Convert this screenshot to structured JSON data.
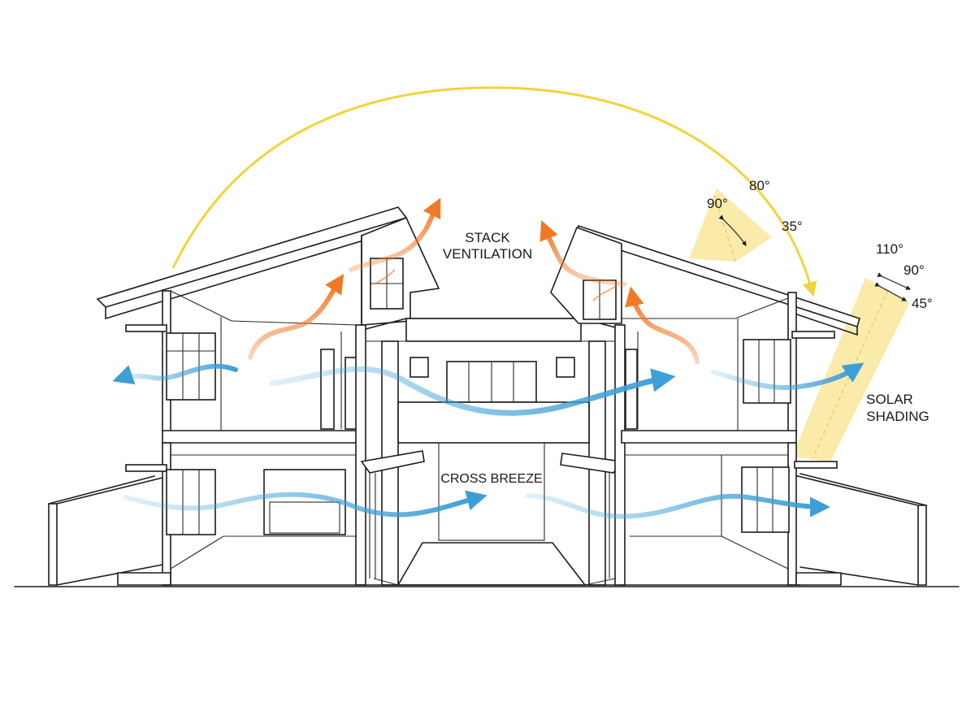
{
  "labels": {
    "stack_ventilation": [
      "STACK",
      "VENTILATION"
    ],
    "cross_breeze": "CROSS BREEZE",
    "solar_shading": [
      "SOLAR",
      "SHADING"
    ]
  },
  "angles": {
    "upper_shade": [
      "90°",
      "80°",
      "35°"
    ],
    "lower_shade": [
      "110°",
      "90°",
      "45°"
    ]
  },
  "colors": {
    "sun_path": "#f2d43a",
    "shading": "#fbe9a2",
    "warm_air": "#ef7a26",
    "cool_air": "#3d9fd6",
    "line": "#1c1c1c"
  }
}
